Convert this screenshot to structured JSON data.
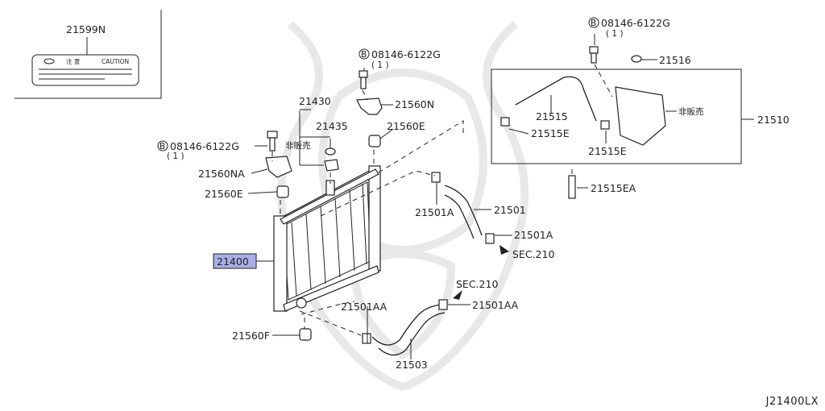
{
  "callouts": {
    "label_21599N": "21599N",
    "label_caution": "CAUTION",
    "label_caution_jp": "注 意",
    "bolt_top_center": "08146-6122G",
    "bolt_top_center_qty": "( 1 )",
    "bolt_top_right": "08146-6122G",
    "bolt_top_right_qty": "( 1 )",
    "bolt_left": "08146-6122G",
    "bolt_left_qty": "( 1 )",
    "bolt_marker": "B",
    "bolt_marker_2": "B",
    "bolt_marker_3": "B",
    "not_for_sale_1": "非販売",
    "not_for_sale_2": "非販売",
    "p21430": "21430",
    "p21435": "21435",
    "p21560N": "21560N",
    "p21560E_top": "21560E",
    "p21560NA": "21560NA",
    "p21560E_left": "21560E",
    "p21400": "21400",
    "p21560F": "21560F",
    "p21501A_top": "21501A",
    "p21501": "21501",
    "p21501A_right": "21501A",
    "sec210_a": "SEC.210",
    "sec210_b": "SEC.210",
    "p21501AA_left": "21501AA",
    "p21501AA_right": "21501AA",
    "p21503": "21503",
    "p21516": "21516",
    "p21515": "21515",
    "p21515E_a": "21515E",
    "p21515E_b": "21515E",
    "p21515EA": "21515EA",
    "p21510": "21510"
  },
  "footer_code": "J21400LX",
  "colors": {
    "highlight": "#a9aee6",
    "line": "#222222",
    "watermark": "#e6e6e6"
  }
}
